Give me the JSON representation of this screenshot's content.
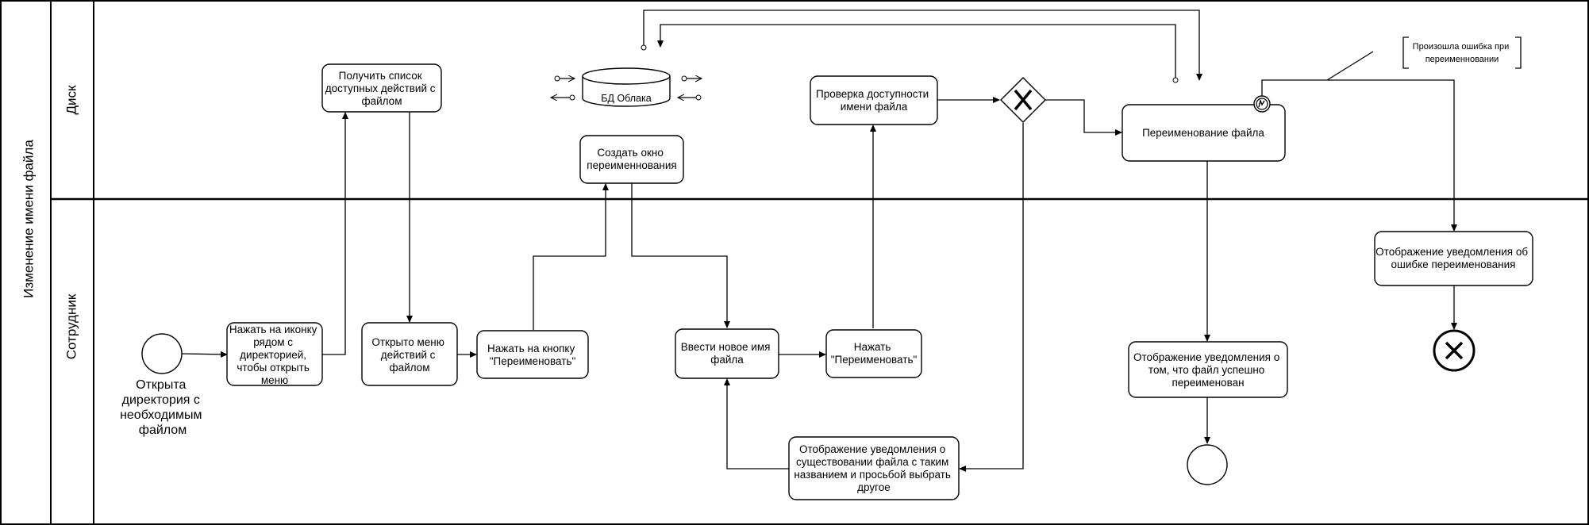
{
  "pool": {
    "label": "Изменение имени файла"
  },
  "lanes": [
    {
      "id": "disk",
      "label": "Диск"
    },
    {
      "id": "employee",
      "label": "Сотрудник"
    }
  ],
  "tasks": {
    "click_icon": [
      "Нажать на иконку",
      "рядом с",
      "директорией,",
      "чтобы открыть",
      "меню"
    ],
    "get_actions": [
      "Получить список",
      "доступных действий с",
      "файлом"
    ],
    "menu_opened": [
      "Открыто меню",
      "действий с",
      "файлом"
    ],
    "click_rename": [
      "Нажать на кнопку",
      "\"Переименовать\""
    ],
    "create_window": [
      "Создать окно",
      "переименнования"
    ],
    "enter_name": [
      "Ввести новое имя",
      "файла"
    ],
    "press_rename": [
      "Нажать",
      "\"Переименовать\""
    ],
    "check_availability": [
      "Проверка доступности",
      "имени файла"
    ],
    "rename_file": [
      "Переименование файла"
    ],
    "notify_exists": [
      "Отображение уведомления о",
      "существовании файла с таким",
      "названием и просьбой выбрать",
      "другое"
    ],
    "notify_success": [
      "Отображение уведомления о",
      "том, что файл успешно",
      "переименован"
    ],
    "notify_error": [
      "Отображение уведомления об",
      "ошибке переименования"
    ]
  },
  "start_event": {
    "label": [
      "Открыта",
      "директория с",
      "необходимым",
      "файлом"
    ]
  },
  "datastore": {
    "label": "БД Облака"
  },
  "annotation": {
    "label": [
      "Произошла ошибка при",
      "переименновании"
    ]
  }
}
